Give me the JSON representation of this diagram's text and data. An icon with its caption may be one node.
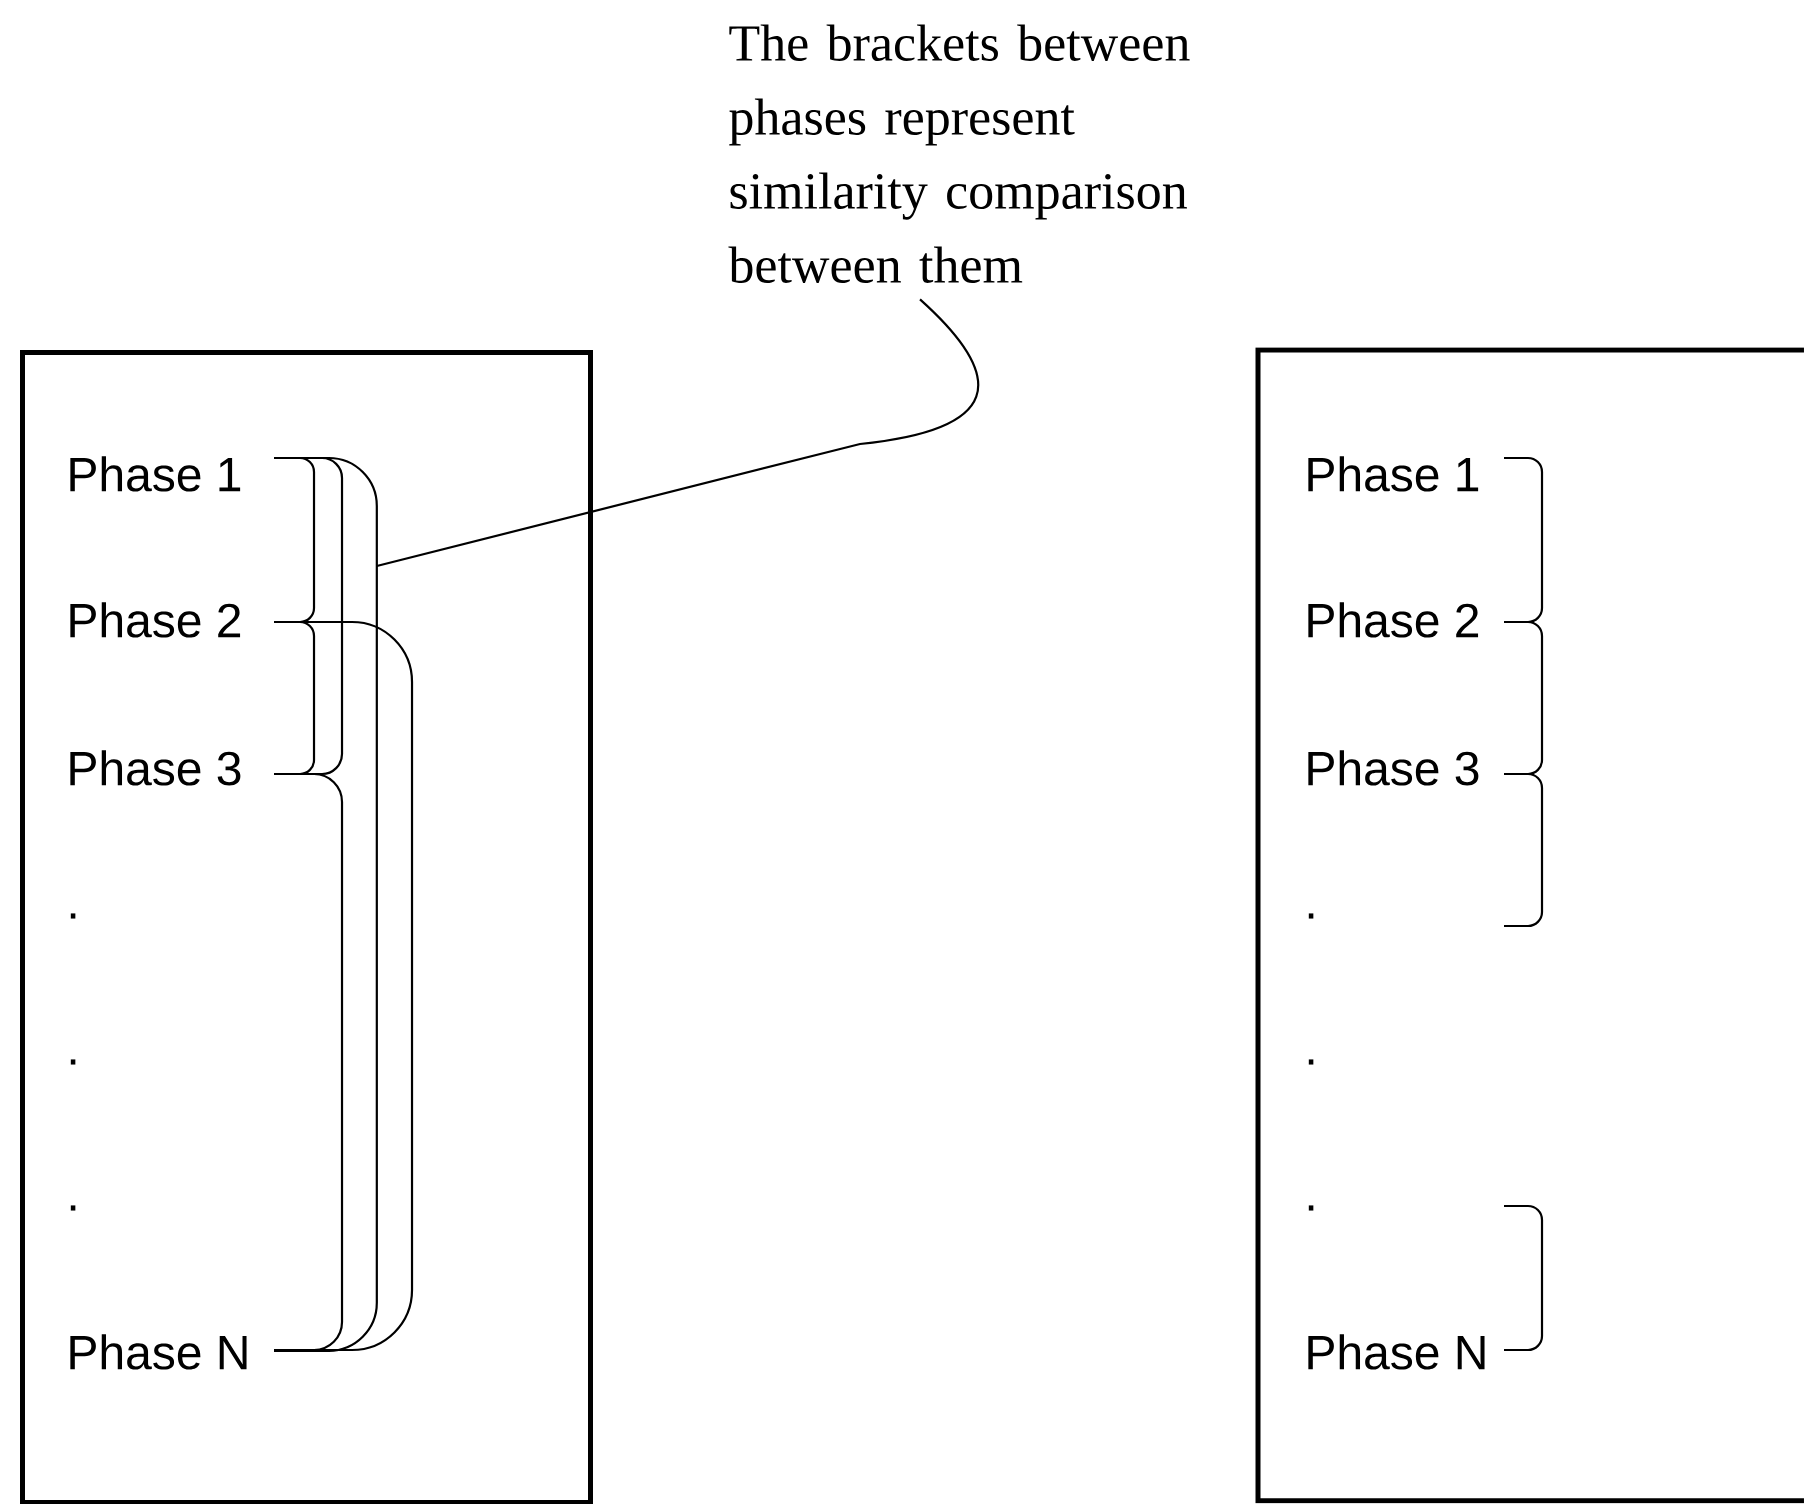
{
  "diagram": {
    "nodes": [
      {
        "text": [
          "The brackets between phases represent similarity comparison between them"
        ]
      },
      {
        "text": [
          "Phase 1",
          "Phase 2",
          "Phase 3",
          ".",
          ".",
          ".",
          "Phase N"
        ]
      },
      {
        "text": [
          "Phase 1",
          "Phase 2",
          "Phase 3",
          ".",
          ".",
          ".",
          "Phase N"
        ]
      },
      {
        "text": [],
        "shape": "bracket",
        "in": 1
      }
    ],
    "edges": [
      {
        "from": 0,
        "to": 3,
        "arrow": "none"
      }
    ]
  }
}
